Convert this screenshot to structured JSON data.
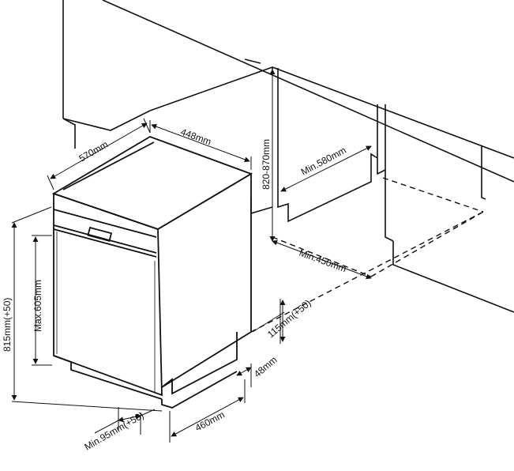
{
  "diagram": {
    "labels": {
      "width": "448mm",
      "depth": "570mm",
      "niche_height": "820-870mm",
      "niche_depth_min": "Min.580mm",
      "niche_width_min": "Min.450mm",
      "plinth_height": "115mm(+50)",
      "plinth_offset": "48mm",
      "plinth_depth": "460mm",
      "toe_kick_min": "Min.95mm(+50)",
      "appliance_height": "815mm(+50)",
      "door_height_max": "Max.605mm"
    },
    "colors": {
      "line": "#111111",
      "background": "#ffffff"
    }
  }
}
